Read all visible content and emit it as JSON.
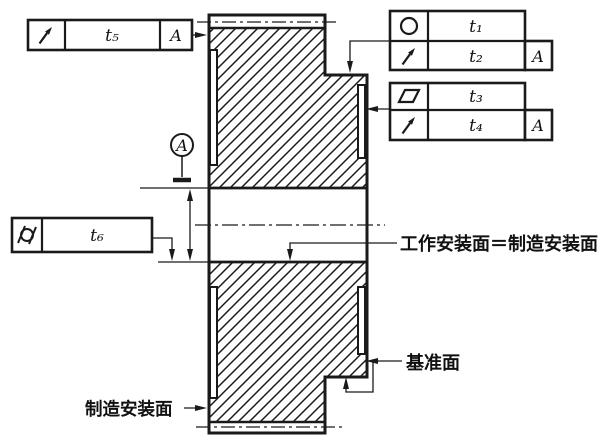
{
  "drawing_title": "gear-blank-tolerance-section",
  "colors": {
    "line": "#1a1a1a",
    "background": "#ffffff"
  },
  "frames": {
    "t5": {
      "rows": [
        {
          "symbol": "circular-runout",
          "tolerance": "t₅",
          "datum": "A"
        }
      ]
    },
    "t1t2": {
      "rows": [
        {
          "symbol": "circularity",
          "tolerance": "t₁"
        },
        {
          "symbol": "circular-runout",
          "tolerance": "t₂",
          "datum": "A"
        }
      ]
    },
    "t3t4": {
      "rows": [
        {
          "symbol": "flatness",
          "tolerance": "t₃"
        },
        {
          "symbol": "circular-runout",
          "tolerance": "t₄",
          "datum": "A"
        }
      ]
    },
    "t6": {
      "rows": [
        {
          "symbol": "cylindricity",
          "tolerance": "t₆"
        }
      ]
    }
  },
  "datum_indicator": {
    "label": "A"
  },
  "labels": {
    "working_eq_manufacturing": "工作安装面＝制造安装面",
    "datum_surface": "基准面",
    "manufacturing_surface": "制造安装面"
  }
}
